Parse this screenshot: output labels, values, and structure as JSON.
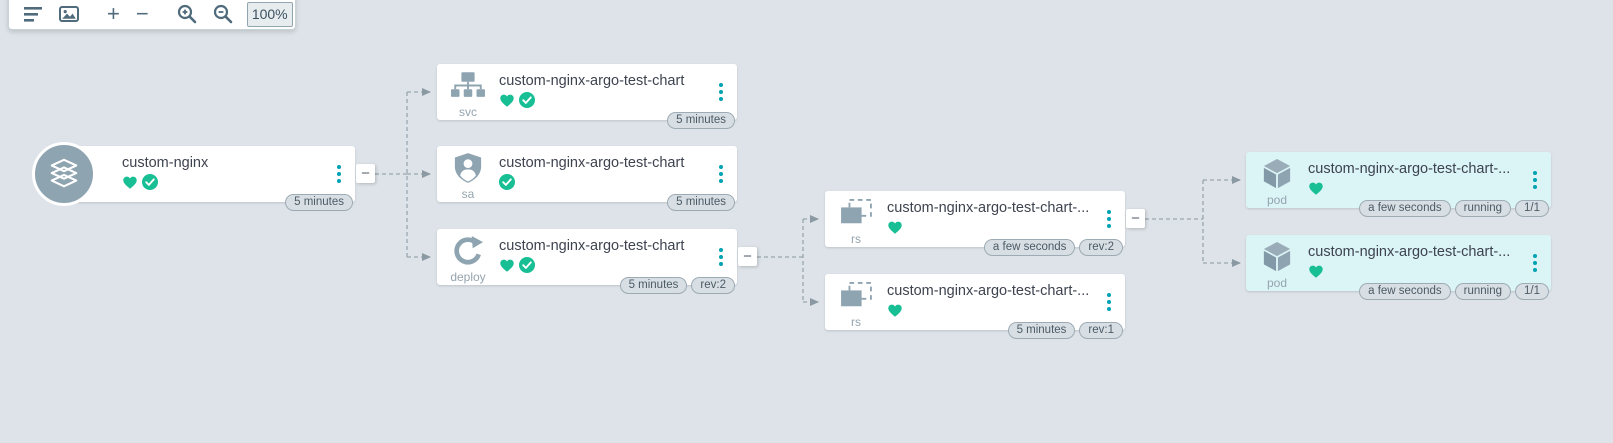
{
  "colors": {
    "canvas_bg": "#dde3e8",
    "node_bg": "#ffffff",
    "pod_node_bg": "#dbf4f6",
    "healthy": "#18be94",
    "menu_accent": "#00a2b3",
    "icon_gray": "#8fa4b1",
    "edge": "#99a6af",
    "badge_bg": "#d8dfe4",
    "badge_border": "#9dabb4",
    "badge_text": "#4c5a64",
    "title_text": "#3d434f",
    "kind_text": "#95a4ae",
    "toolbar_icon": "#4f6b7c"
  },
  "toolbar": {
    "zoom_value": "100%",
    "zoom_in_glyph": "+",
    "zoom_out_glyph": "−",
    "icons": [
      "list-icon",
      "image-icon",
      "zoom-in-button",
      "zoom-out-button",
      "magnifier-plus-icon",
      "magnifier-minus-icon"
    ]
  },
  "graph": {
    "collapse_glyph": "−"
  },
  "icons": {
    "app-layers-icon": "stacked layers on gray circle",
    "service-icon": "sitemap tree",
    "serviceaccount-icon": "shield with user",
    "deployment-icon": "circular redo arrow",
    "replicaset-icon": "stacked rectangles (solid + dashed)",
    "pod-icon": "3d cube",
    "health-heart-icon": "green heart (healthy)",
    "sync-check-icon": "green circle check (synced)",
    "node-menu-icon": "teal vertical ellipsis"
  },
  "nodes": [
    {
      "id": "application",
      "kind": "",
      "title": "custom-nginx",
      "badges": [
        "5 minutes"
      ]
    },
    {
      "id": "service",
      "kind": "svc",
      "title": "custom-nginx-argo-test-chart",
      "badges": [
        "5 minutes"
      ]
    },
    {
      "id": "serviceaccount",
      "kind": "sa",
      "title": "custom-nginx-argo-test-chart",
      "badges": [
        "5 minutes"
      ]
    },
    {
      "id": "deployment",
      "kind": "deploy",
      "title": "custom-nginx-argo-test-chart",
      "badges": [
        "5 minutes",
        "rev:2"
      ]
    },
    {
      "id": "replicaset-rev2",
      "kind": "rs",
      "title": "custom-nginx-argo-test-chart-...",
      "badges": [
        "a few seconds",
        "rev:2"
      ]
    },
    {
      "id": "replicaset-rev1",
      "kind": "rs",
      "title": "custom-nginx-argo-test-chart-...",
      "badges": [
        "5 minutes",
        "rev:1"
      ]
    },
    {
      "id": "pod-1",
      "kind": "pod",
      "title": "custom-nginx-argo-test-chart-...",
      "badges": [
        "a few seconds",
        "running",
        "1/1"
      ]
    },
    {
      "id": "pod-2",
      "kind": "pod",
      "title": "custom-nginx-argo-test-chart-...",
      "badges": [
        "a few seconds",
        "running",
        "1/1"
      ]
    }
  ],
  "edges": [
    {
      "from": "application",
      "to": [
        "service",
        "serviceaccount",
        "deployment"
      ]
    },
    {
      "from": "deployment",
      "to": [
        "replicaset-rev2",
        "replicaset-rev1"
      ]
    },
    {
      "from": "replicaset-rev2",
      "to": [
        "pod-1",
        "pod-2"
      ]
    }
  ]
}
